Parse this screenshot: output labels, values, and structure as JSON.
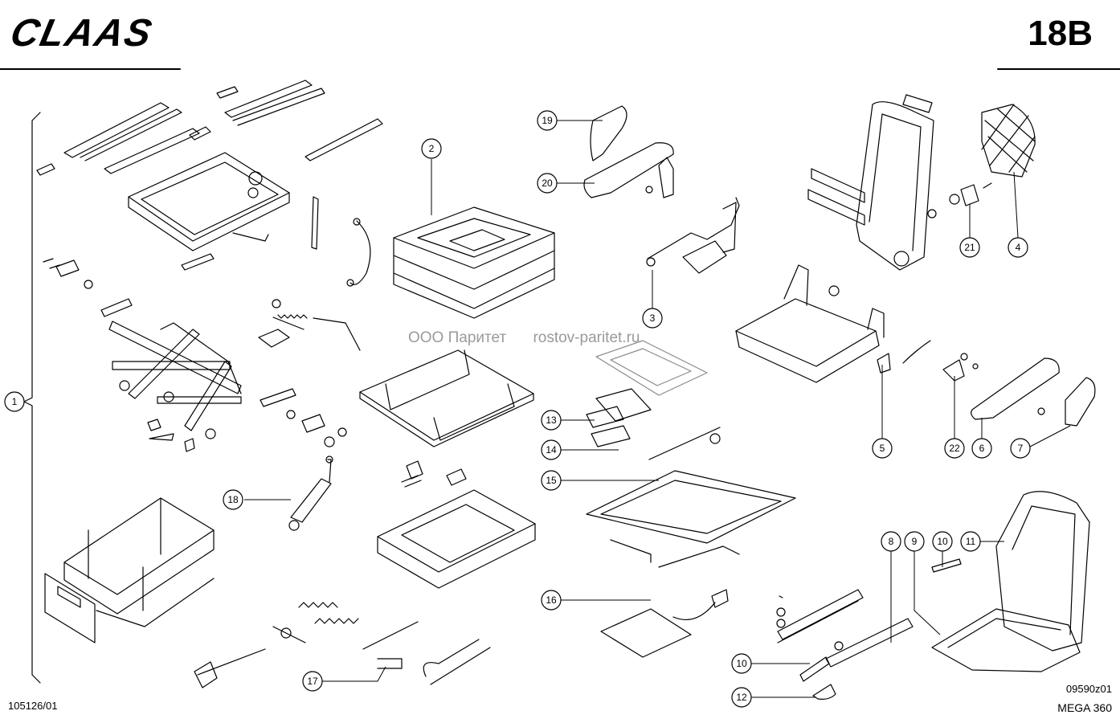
{
  "header": {
    "brand": "CLAAS",
    "page_no": "18B"
  },
  "watermark": {
    "company": "ООО Паритет",
    "site": "rostov-paritet.ru"
  },
  "footer": {
    "drawing_no": "105126/01",
    "sheet_code": "09590z01",
    "model": "MEGA 360"
  },
  "callouts": [
    "1",
    "2",
    "3",
    "4",
    "5",
    "6",
    "7",
    "8",
    "9",
    "10",
    "10",
    "11",
    "12",
    "13",
    "14",
    "15",
    "16",
    "17",
    "18",
    "19",
    "20",
    "21",
    "22"
  ]
}
